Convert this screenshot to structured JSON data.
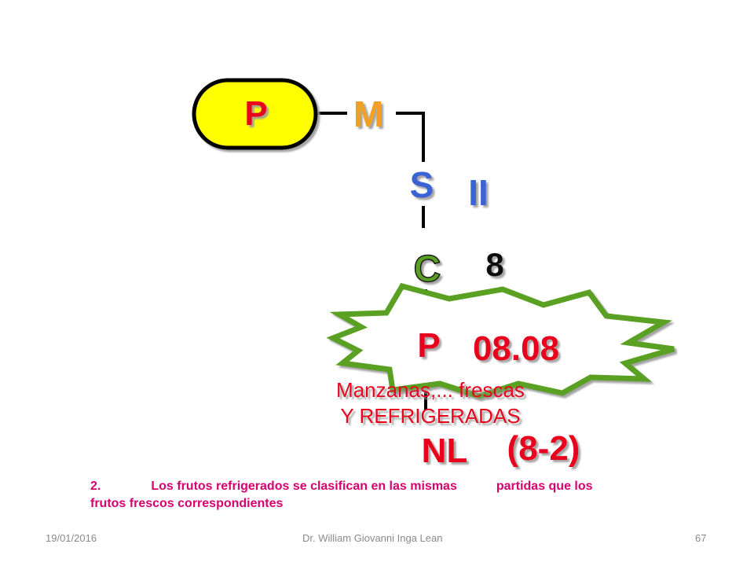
{
  "diagram": {
    "node_p_top": "P",
    "node_m": "M",
    "node_s": "S",
    "node_roman": "II",
    "node_c": "C",
    "node_eight": "8",
    "node_p_star": "P",
    "code": "08.08",
    "label_line1": "Manzanas,... frescas",
    "label_line2": "Y REFRIGERADAS",
    "node_nl": "NL",
    "note_ref": "(8-2)"
  },
  "note": {
    "number": "2.",
    "part1": "Los frutos refrigerados se clasifican en las mismas",
    "part2": "partidas que los",
    "line2": "frutos frescos correspondientes"
  },
  "footer": {
    "date": "19/01/2016",
    "author": "Dr. William Giovanni Inga Lean",
    "page": "67"
  },
  "colors": {
    "capsule_fill": "#ffff00",
    "red": "#e8001c",
    "orange": "#f0a020",
    "blue": "#3a63d6",
    "green": "#5aa020",
    "magenta": "#d6006f"
  }
}
